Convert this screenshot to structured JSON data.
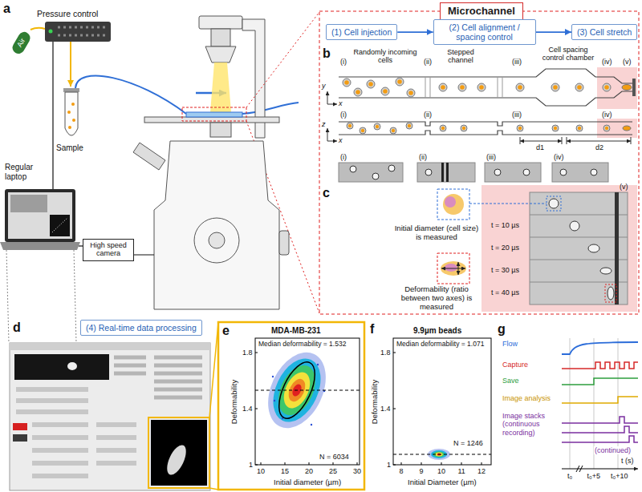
{
  "diagram": {
    "nodes": [
      {
        "text": [
          "Air"
        ]
      },
      {
        "text": [
          "Microchannel"
        ]
      },
      {
        "text": [
          "(1) Cell injection"
        ]
      },
      {
        "text": [
          "(2) Cell alignment / spacing control"
        ]
      },
      {
        "text": [
          "(3) Cell stretch"
        ]
      },
      {
        "text": [
          "High speed camera"
        ]
      },
      {
        "text": [
          "(4) Real-time data processing"
        ]
      }
    ],
    "edges": [
      {
        "from": 2,
        "to": 3,
        "arrow": "to"
      },
      {
        "from": 3,
        "to": 4,
        "arrow": "to"
      }
    ],
    "labels": [
      "a",
      "Pressure control",
      "Sample",
      "Regular laptop",
      "b",
      "(i)",
      "Randomly incoming cells",
      "(ii)",
      "Stepped channel",
      "(iii)",
      "Cell spacing control chamber",
      "(iv)",
      "(v)",
      "y",
      "x",
      "(i)",
      "(ii)",
      "(iii)",
      "(iv)",
      "z",
      "x",
      "d1",
      "d2",
      "(i)",
      "(ii)",
      "(iii)",
      "(iv)",
      "c",
      "(v)",
      "Initial diameter (cell size) is measured",
      "Deformability (ratio between two axes) is measured",
      "t = 10 µs",
      "t = 20 µs",
      "t = 30 µs",
      "t = 40 µs",
      "d",
      "e",
      "MDA-MB-231",
      "Median deformability = 1.532",
      "N = 6034",
      "Deformability",
      "1",
      "1.4",
      "1.8",
      "10",
      "15",
      "20",
      "25",
      "30",
      "Initial diameter (µm)",
      "f",
      "9.9µm beads",
      "Median deformability = 1.071",
      "N = 1246",
      "Deformability",
      "1",
      "1.4",
      "1.8",
      "8",
      "9",
      "10",
      "11",
      "12",
      "Initial Diameter (µm)",
      "g",
      "Flow",
      "Capture",
      "Save",
      "Image analysis",
      "Image stacks (continuous recording)",
      "(continued)",
      "t₀",
      "t₀+5",
      "t₀+10",
      "t (s)"
    ]
  }
}
